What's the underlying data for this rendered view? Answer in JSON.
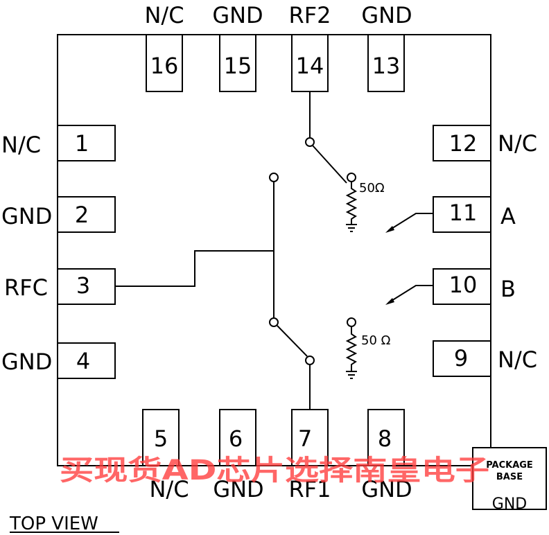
{
  "pins": {
    "p1": {
      "num": "1",
      "name": "N/C"
    },
    "p2": {
      "num": "2",
      "name": "GND"
    },
    "p3": {
      "num": "3",
      "name": "RFC"
    },
    "p4": {
      "num": "4",
      "name": "GND"
    },
    "p5": {
      "num": "5",
      "name": "N/C"
    },
    "p6": {
      "num": "6",
      "name": "GND"
    },
    "p7": {
      "num": "7",
      "name": "RF1"
    },
    "p8": {
      "num": "8",
      "name": "GND"
    },
    "p9": {
      "num": "9",
      "name": "N/C"
    },
    "p10": {
      "num": "10",
      "name": "B"
    },
    "p11": {
      "num": "11",
      "name": "A"
    },
    "p12": {
      "num": "12",
      "name": "N/C"
    },
    "p13": {
      "num": "13",
      "name": "GND"
    },
    "p14": {
      "num": "14",
      "name": "RF2"
    },
    "p15": {
      "num": "15",
      "name": "GND"
    },
    "p16": {
      "num": "16",
      "name": "N/C"
    }
  },
  "resistors": {
    "upper": "50Ω",
    "lower": "50 Ω"
  },
  "package_base": {
    "line1": "PACKAGE",
    "line2": "BASE",
    "label": "GND"
  },
  "view_label": "TOP VIEW",
  "watermark": "买现货AD芯片选择南皇电子"
}
